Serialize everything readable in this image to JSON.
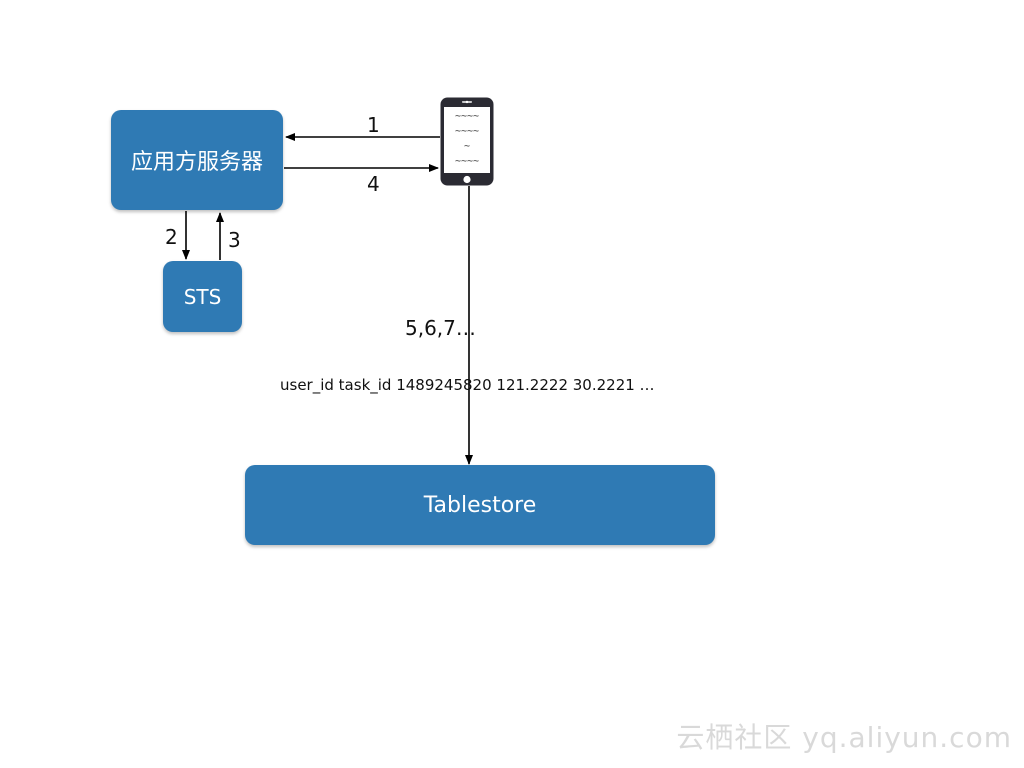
{
  "nodes": {
    "app_server": "应用方服务器",
    "sts": "STS",
    "tablestore": "Tablestore"
  },
  "edges": {
    "step_1": "1",
    "step_2": "2",
    "step_3": "3",
    "step_4": "4",
    "step_rest": "5,6,7…"
  },
  "record_example": "user_id task_id 1489245820 121.2222 30.2221 …",
  "phone_screen": [
    "~~~~",
    "~~~~",
    "~",
    "~~~~"
  ],
  "watermark": "云栖社区 yq.aliyun.com",
  "colors": {
    "box_fill": "#2f7ab4",
    "phone_body": "#2b2b33",
    "arrow": "#000000"
  },
  "icons": {
    "client": "smartphone-icon"
  }
}
